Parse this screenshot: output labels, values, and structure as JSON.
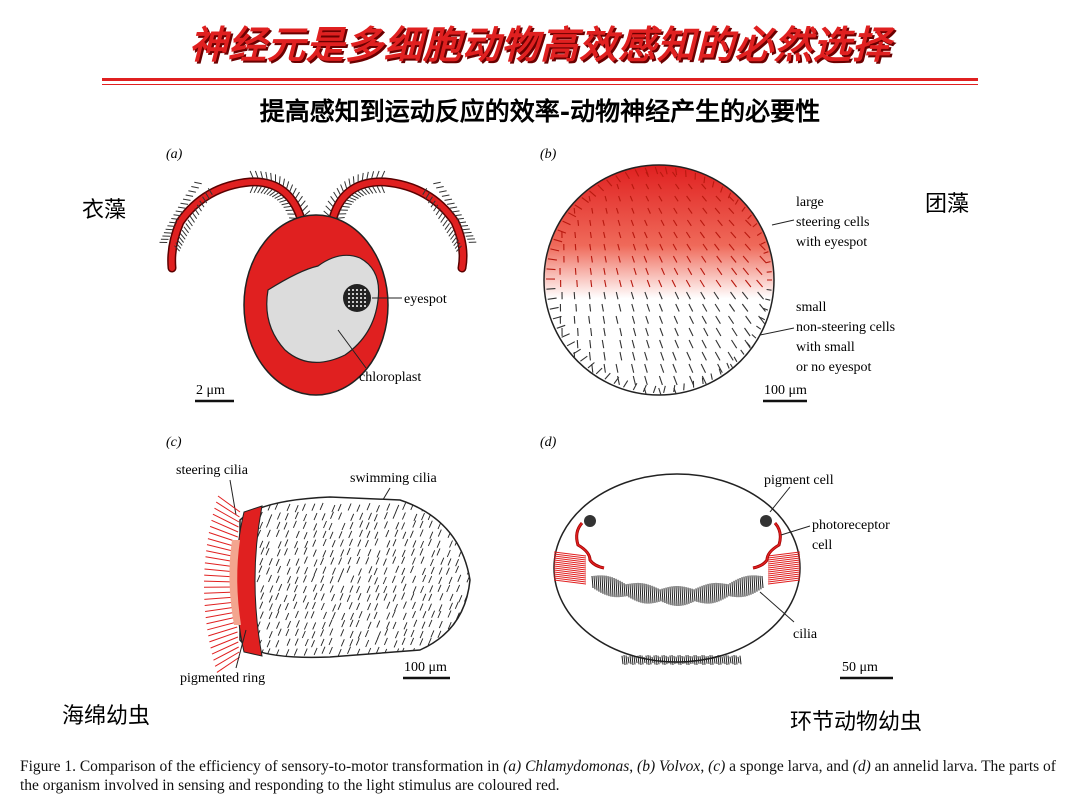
{
  "title": "神经元是多细胞动物高效感知的必然选择",
  "subtitle": "提高感知到运动反应的效率-动物神经产生的必要性",
  "labels_cn": {
    "a": "衣藻",
    "b": "团藻",
    "c": "海绵幼虫",
    "d": "环节动物幼虫"
  },
  "panels": {
    "a": {
      "tag": "(a)",
      "eyespot": "eyespot",
      "chloroplast": "chloroplast",
      "scale": "2 μm"
    },
    "b": {
      "tag": "(b)",
      "large1": "large",
      "large2": "steering cells",
      "large3": "with eyespot",
      "small1": "small",
      "small2": "non-steering cells",
      "small3": "with small",
      "small4": "or no eyespot",
      "scale": "100 μm"
    },
    "c": {
      "tag": "(c)",
      "steering": "steering cilia",
      "swimming": "swimming cilia",
      "ring": "pigmented ring",
      "scale": "100 μm"
    },
    "d": {
      "tag": "(d)",
      "pigment": "pigment cell",
      "photo1": "photoreceptor",
      "photo2": "cell",
      "cilia": "cilia",
      "scale": "50 μm"
    }
  },
  "caption": {
    "p1": "Figure 1. Comparison of the efficiency of sensory-to-motor transformation in ",
    "a_tag": "(a)",
    "chlamy": "Chlamydomonas",
    "p2": ", ",
    "b_tag": "(b)",
    "volvox": "Volvox",
    "p3": ", ",
    "c_tag": "(c)",
    "p4": " a sponge larva, and ",
    "d_tag": "(d)",
    "p5": " an annelid larva. The parts of the organism involved in sensing and responding to the light stimulus are coloured red."
  },
  "colors": {
    "accent": "#e02020",
    "ink": "#111111",
    "chloroplast": "#d9d9d9"
  }
}
